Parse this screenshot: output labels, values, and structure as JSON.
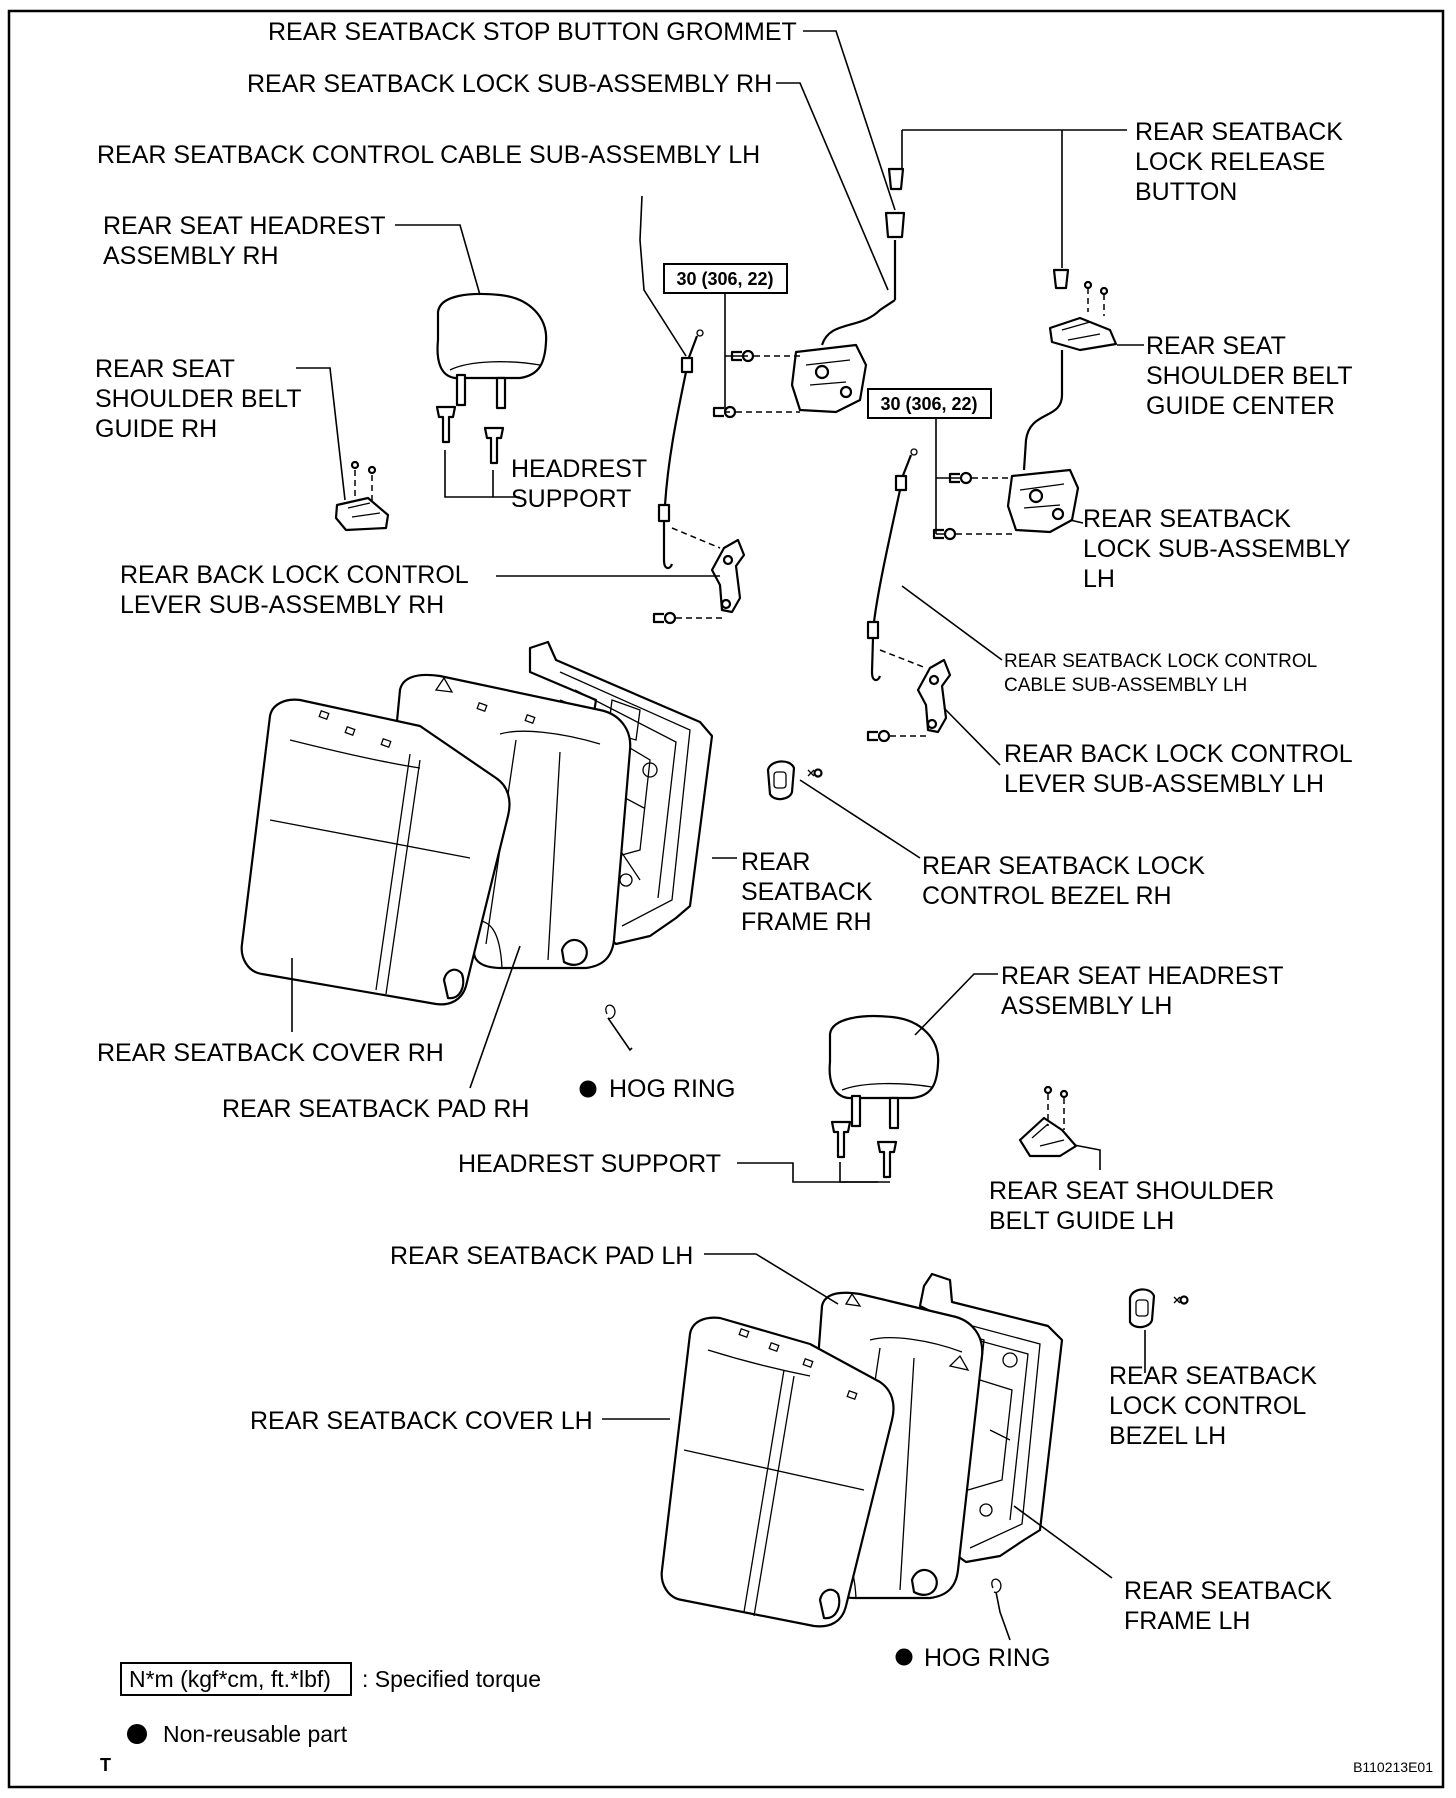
{
  "diagram": {
    "code": "B110213E01",
    "corner_mark": "T",
    "torque_value": "30 (306, 22)",
    "labels": {
      "stop_button_grommet": [
        "REAR SEATBACK STOP BUTTON GROMMET"
      ],
      "lock_sub_assy_rh": [
        "REAR SEATBACK LOCK SUB-ASSEMBLY RH"
      ],
      "control_cable_lh_top": [
        "REAR SEATBACK CONTROL CABLE SUB-ASSEMBLY LH"
      ],
      "lock_release_button": [
        "REAR SEATBACK",
        "LOCK RELEASE",
        "BUTTON"
      ],
      "headrest_rh": [
        "REAR SEAT HEADREST",
        "ASSEMBLY RH"
      ],
      "shoulder_belt_guide_rh": [
        "REAR SEAT",
        "SHOULDER BELT",
        "GUIDE RH"
      ],
      "headrest_support_rh": [
        "HEADREST",
        "SUPPORT"
      ],
      "shoulder_belt_guide_center": [
        "REAR SEAT",
        "SHOULDER BELT",
        "GUIDE CENTER"
      ],
      "lock_sub_assy_lh": [
        "REAR SEATBACK",
        "LOCK SUB-ASSEMBLY",
        "LH"
      ],
      "back_lock_lever_rh": [
        "REAR BACK LOCK CONTROL",
        "LEVER SUB-ASSEMBLY RH"
      ],
      "lock_control_cable_lh": [
        "REAR SEATBACK LOCK CONTROL",
        "CABLE SUB-ASSEMBLY LH"
      ],
      "back_lock_lever_lh": [
        "REAR BACK LOCK CONTROL",
        "LEVER SUB-ASSEMBLY LH"
      ],
      "frame_rh": [
        "REAR",
        "SEATBACK",
        "FRAME RH"
      ],
      "bezel_rh": [
        "REAR SEATBACK LOCK",
        "CONTROL BEZEL RH"
      ],
      "headrest_lh": [
        "REAR SEAT HEADREST",
        "ASSEMBLY LH"
      ],
      "cover_rh": [
        "REAR SEATBACK COVER RH"
      ],
      "hog_ring_1": [
        "HOG RING"
      ],
      "pad_rh": [
        "REAR SEATBACK PAD RH"
      ],
      "headrest_support_lh": [
        "HEADREST SUPPORT"
      ],
      "shoulder_belt_guide_lh": [
        "REAR SEAT SHOULDER",
        "BELT GUIDE LH"
      ],
      "pad_lh": [
        "REAR SEATBACK PAD LH"
      ],
      "bezel_lh": [
        "REAR SEATBACK",
        "LOCK CONTROL",
        "BEZEL LH"
      ],
      "cover_lh": [
        "REAR SEATBACK COVER LH"
      ],
      "frame_lh": [
        "REAR SEATBACK",
        "FRAME LH"
      ],
      "hog_ring_2": [
        "HOG RING"
      ]
    },
    "legend": {
      "torque_box": "N*m (kgf*cm, ft.*lbf)",
      "torque_desc": ": Specified torque",
      "nonreusable": "Non-reusable part"
    }
  }
}
